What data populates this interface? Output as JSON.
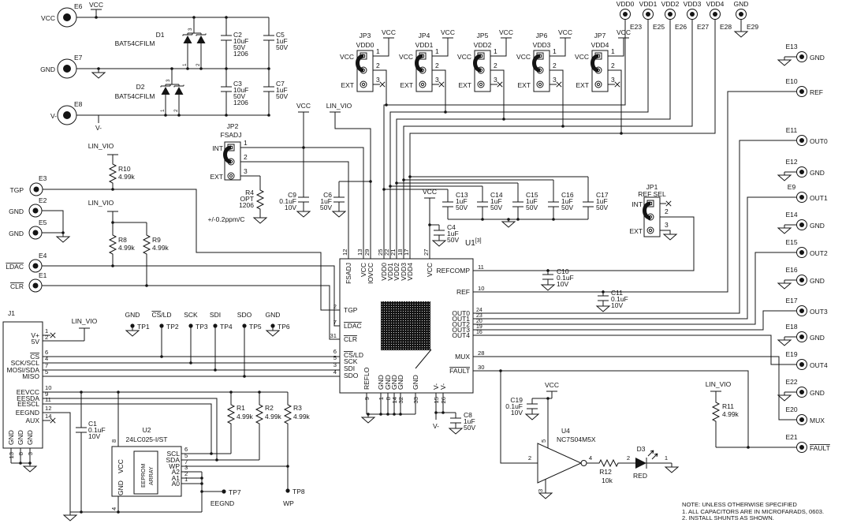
{
  "nets": {
    "vcc": "VCC",
    "gnd": "GND",
    "vminus": "V-",
    "lin_vio": "LIN_VIO"
  },
  "note": {
    "l1": "NOTE: UNLESS OTHERWISE SPECIFIED",
    "l2": "1. ALL CAPACITORS ARE IN MICROFARADS, 0603.",
    "l3": "2. INSTALL SHUNTS AS SHOWN."
  },
  "left_terminals": [
    {
      "ref": "E6",
      "net": "VCC"
    },
    {
      "ref": "E7",
      "net": "GND"
    },
    {
      "ref": "E8",
      "net": "V-"
    },
    {
      "ref": "E3",
      "net": "TGP"
    },
    {
      "ref": "E2",
      "net": "GND"
    },
    {
      "ref": "E5",
      "net": "GND"
    },
    {
      "ref": "E4",
      "net": "LDAC"
    },
    {
      "ref": "E1",
      "net": "CLR"
    }
  ],
  "top_terminals": [
    {
      "net": "VDD0",
      "ref": "E23"
    },
    {
      "net": "VDD1",
      "ref": "E25"
    },
    {
      "net": "VDD2",
      "ref": "E26"
    },
    {
      "net": "VDD3",
      "ref": "E27"
    },
    {
      "net": "VDD4",
      "ref": "E28"
    },
    {
      "net": "GND",
      "ref": "E29"
    }
  ],
  "right_terminals": [
    {
      "ref": "E13",
      "net": "GND"
    },
    {
      "ref": "E10",
      "net": "REF"
    },
    {
      "ref": "E11",
      "net": "OUT0"
    },
    {
      "ref": "E12",
      "net": "GND"
    },
    {
      "ref": "E9",
      "net": "OUT1"
    },
    {
      "ref": "E14",
      "net": "GND"
    },
    {
      "ref": "E15",
      "net": "OUT2"
    },
    {
      "ref": "E16",
      "net": "GND"
    },
    {
      "ref": "E17",
      "net": "OUT3"
    },
    {
      "ref": "E18",
      "net": "GND"
    },
    {
      "ref": "E19",
      "net": "OUT4"
    },
    {
      "ref": "E22",
      "net": "GND"
    },
    {
      "ref": "E20",
      "net": "MUX"
    },
    {
      "ref": "E21",
      "net": "FAULT"
    }
  ],
  "diodes": {
    "d1": {
      "ref": "D1",
      "part": "BAT54CFILM",
      "p1": "1",
      "p2": "2",
      "p3": "3"
    },
    "d2": {
      "ref": "D2",
      "part": "BAT54CFILM",
      "p1": "1",
      "p2": "2",
      "p3": "3"
    },
    "d3": {
      "ref": "D3",
      "color": "RED",
      "pa": "2",
      "pk": "1"
    }
  },
  "caps": {
    "c1": {
      "ref": "C1",
      "val": "0.1uF",
      "volt": "10V"
    },
    "c2": {
      "ref": "C2",
      "val": "10uF",
      "volt": "50V",
      "size": "1206"
    },
    "c3": {
      "ref": "C3",
      "val": "10uF",
      "volt": "50V",
      "size": "1206"
    },
    "c4": {
      "ref": "C4",
      "val": "1uF",
      "volt": "50V"
    },
    "c5": {
      "ref": "C5",
      "val": "1uF",
      "volt": "50V"
    },
    "c6": {
      "ref": "C6",
      "val": "1uF",
      "volt": "50V"
    },
    "c7": {
      "ref": "C7",
      "val": "1uF",
      "volt": "50V"
    },
    "c8": {
      "ref": "C8",
      "val": "1uF",
      "volt": "50V"
    },
    "c9": {
      "ref": "C9",
      "val": "0.1uF",
      "volt": "10V"
    },
    "c10": {
      "ref": "C10",
      "val": "0.1uF",
      "volt": "10V"
    },
    "c11": {
      "ref": "C11",
      "val": "0.1uF",
      "volt": "10V"
    },
    "c13": {
      "ref": "C13",
      "val": "1uF",
      "volt": "50V"
    },
    "c14": {
      "ref": "C14",
      "val": "1uF",
      "volt": "50V"
    },
    "c15": {
      "ref": "C15",
      "val": "1uF",
      "volt": "50V"
    },
    "c16": {
      "ref": "C16",
      "val": "1uF",
      "volt": "50V"
    },
    "c17": {
      "ref": "C17",
      "val": "1uF",
      "volt": "50V"
    },
    "c19": {
      "ref": "C19",
      "val": "0.1uF",
      "volt": "10V"
    }
  },
  "resistors": {
    "r1": {
      "ref": "R1",
      "val": "4.99k"
    },
    "r2": {
      "ref": "R2",
      "val": "4.99k"
    },
    "r3": {
      "ref": "R3",
      "val": "4.99k"
    },
    "r4": {
      "ref": "R4",
      "val": "OPT",
      "size": "1206",
      "tc": "+/-0.2ppm/C"
    },
    "r8": {
      "ref": "R8",
      "val": "4.99k"
    },
    "r9": {
      "ref": "R9",
      "val": "4.99k"
    },
    "r10": {
      "ref": "R10",
      "val": "4.99k"
    },
    "r11": {
      "ref": "R11",
      "val": "4.99k"
    },
    "r12": {
      "ref": "R12",
      "val": "10k"
    }
  },
  "jumpers": {
    "jp1": {
      "ref": "JP1",
      "name": "REF SEL",
      "top": "INT",
      "bottom": "EXT",
      "p2": "2",
      "p3": "3"
    },
    "jp2": {
      "ref": "JP2",
      "name": "FSADJ",
      "top": "INT",
      "bottom": "EXT",
      "p1": "1",
      "p2": "2",
      "p3": "3"
    },
    "vdd": [
      {
        "ref": "JP3",
        "net": "VDD0",
        "top": "VCC",
        "bottom": "EXT",
        "p1": "1",
        "p2": "2",
        "p3": "3"
      },
      {
        "ref": "JP4",
        "net": "VDD1",
        "top": "VCC",
        "bottom": "EXT",
        "p1": "1",
        "p2": "2",
        "p3": "3"
      },
      {
        "ref": "JP5",
        "net": "VDD2",
        "top": "VCC",
        "bottom": "EXT",
        "p1": "1",
        "p2": "2",
        "p3": "3"
      },
      {
        "ref": "JP6",
        "net": "VDD3",
        "top": "VCC",
        "bottom": "EXT",
        "p1": "1",
        "p2": "2",
        "p3": "3"
      },
      {
        "ref": "JP7",
        "net": "VDD4",
        "top": "VCC",
        "bottom": "EXT",
        "p1": "1",
        "p2": "2",
        "p3": "3"
      }
    ]
  },
  "u1": {
    "ref": "U1",
    "sup": "[3]",
    "top": [
      {
        "name": "FSADJ",
        "num": "12"
      },
      {
        "name": "VCC",
        "num": "13"
      },
      {
        "name": "IOVCC",
        "num": "29"
      },
      {
        "name": "VDD0",
        "num": "25"
      },
      {
        "name": "VDD1",
        "num": "22"
      },
      {
        "name": "VDD2",
        "num": "21"
      },
      {
        "name": "VDD3",
        "num": "18"
      },
      {
        "name": "VDD4",
        "num": "17"
      },
      {
        "name": "VCC",
        "num": "27"
      }
    ],
    "left": [
      {
        "name": "TGP",
        "num": "2"
      },
      {
        "name": "LDAC",
        "num": "7"
      },
      {
        "name": "CLR",
        "num": "31"
      },
      {
        "over": "CS",
        "name": "/LD",
        "num": "6"
      },
      {
        "name": "SCK",
        "num": "5"
      },
      {
        "name": "SDI",
        "num": "3"
      },
      {
        "name": "SDO",
        "num": "4"
      }
    ],
    "right": [
      {
        "name": "REFCOMP",
        "num": "11"
      },
      {
        "name": "REF",
        "num": "10"
      },
      {
        "name": "OUT0",
        "num": "24"
      },
      {
        "name": "OUT1",
        "num": "23"
      },
      {
        "name": "OUT2",
        "num": "20"
      },
      {
        "name": "OUT3",
        "num": "19"
      },
      {
        "name": "OUT4",
        "num": "16"
      },
      {
        "name": "MUX",
        "num": "28"
      },
      {
        "name": "FAULT",
        "num": "30"
      }
    ],
    "bottom": [
      {
        "name": "REFLO",
        "num": "9"
      },
      {
        "name": "GND",
        "num": "1"
      },
      {
        "name": "GND",
        "num": "8"
      },
      {
        "name": "GND",
        "num": "14"
      },
      {
        "name": "GND",
        "num": "32"
      },
      {
        "name": "GND",
        "num": "33"
      },
      {
        "name": "V-",
        "num": "15"
      },
      {
        "name": "V-",
        "num": "26"
      }
    ]
  },
  "u2": {
    "ref": "U2",
    "part": "24LC025-I/ST",
    "vcc": "VCC",
    "gnd": "GND",
    "vcc_num": "8",
    "gnd_num": "4",
    "inner1": "EEPROM",
    "inner2": "ARRAY",
    "right": [
      {
        "name": "SCL",
        "num": "6"
      },
      {
        "name": "SDA",
        "num": "5"
      },
      {
        "name": "WP",
        "num": "7"
      },
      {
        "name": "A2",
        "num": "3"
      },
      {
        "name": "A1",
        "num": "2"
      },
      {
        "name": "A0",
        "num": "1"
      }
    ]
  },
  "u4": {
    "ref": "U4",
    "part": "NC7S04M5X",
    "p_vcc": "5",
    "p_in": "2",
    "p_out": "4",
    "p_gnd": "3"
  },
  "j1": {
    "ref": "J1",
    "pins": [
      {
        "name": "V+",
        "num": "1"
      },
      {
        "name": "5V",
        "num": "2"
      },
      {
        "name": "CS",
        "num": "6"
      },
      {
        "name": "SCK/SCL",
        "num": "4"
      },
      {
        "name": "MOSI/SDA",
        "num": "7"
      },
      {
        "name": "MISO",
        "num": "5"
      },
      {
        "name": "EEVCC",
        "num": "10"
      },
      {
        "name": "EESDA",
        "num": "9"
      },
      {
        "name": "EESCL",
        "num": "11"
      },
      {
        "name": "EEGND",
        "num": "12"
      },
      {
        "name": "AUX",
        "num": "14"
      }
    ],
    "gnd": [
      {
        "name": "GND",
        "num": "13"
      },
      {
        "name": "GND",
        "num": "8"
      },
      {
        "name": "GND",
        "num": "3"
      }
    ]
  },
  "testpoints": [
    {
      "ref": "TP1",
      "net": "GND"
    },
    {
      "ref": "TP2",
      "over": "CS",
      "net": "/LD"
    },
    {
      "ref": "TP3",
      "net": "SCK"
    },
    {
      "ref": "TP4",
      "net": "SDI"
    },
    {
      "ref": "TP5",
      "net": "SDO"
    },
    {
      "ref": "TP6",
      "net": "GND"
    },
    {
      "ref": "TP7",
      "net": "EEGND"
    },
    {
      "ref": "TP8",
      "net": "WP"
    }
  ]
}
